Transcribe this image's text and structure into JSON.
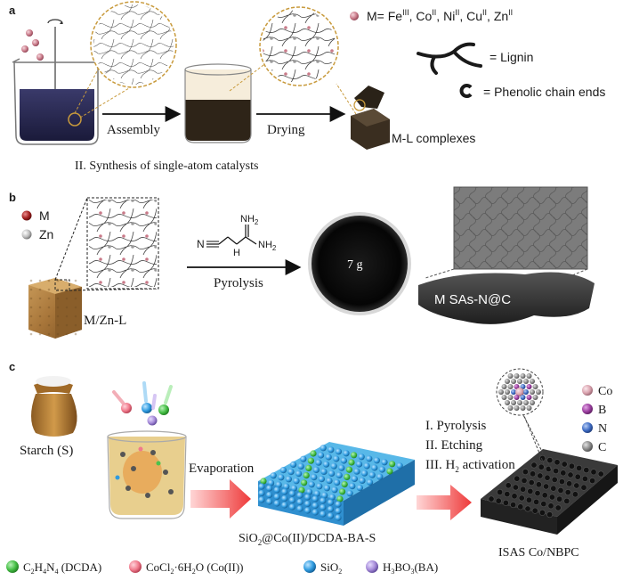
{
  "panel_a": {
    "label": "a",
    "metals_prefix": "M= Fe",
    "metal_1_sup": "III",
    "metal_2": "Co",
    "metal_2_sup": "II",
    "metal_3": "Ni",
    "metal_3_sup": "II",
    "metal_4": "Cu",
    "metal_4_sup": "II",
    "metal_5": "Zn",
    "metal_5_sup": "II",
    "legend_lignin": "= Lignin",
    "legend_phenolic": "= Phenolic chain ends",
    "step_assembly": "Assembly",
    "step_drying": "Drying",
    "product": "M-L complexes"
  },
  "section_title": "II. Synthesis of single-atom catalysts",
  "panel_b": {
    "label": "b",
    "legend_m": "M",
    "legend_zn": "Zn",
    "precursor": "M/Zn-L",
    "nh2_top": "NH",
    "nh2_top_sub": "2",
    "nh2_right": "NH",
    "nh2_right_sub": "2",
    "n_letter": "N",
    "h_letter": "H",
    "step_pyrolysis": "Pyrolysis",
    "dish_label": "7 g",
    "product": "M SAs-N@C"
  },
  "panel_c": {
    "label": "c",
    "starch_label": "Starch (S)",
    "step_evaporation": "Evaporation",
    "intermediate_pre": "SiO",
    "intermediate_sub": "2",
    "intermediate_post": "@Co(II)/DCDA-BA-S",
    "step_1": "I. Pyrolysis",
    "step_2": "II. Etching",
    "step_3_pre": "III. H",
    "step_3_sub": "2",
    "step_3_post": " activation",
    "product": "ISAS Co/NBPC",
    "atom_legend": [
      {
        "label": "Co",
        "color": "#d9a2ae"
      },
      {
        "label": "B",
        "color": "#9c3fa0"
      },
      {
        "label": "N",
        "color": "#3e6cc4"
      },
      {
        "label": "C",
        "color": "#8a8a8a"
      }
    ],
    "bottom_legend": {
      "dcda_pre": "C",
      "dcda_s1": "2",
      "dcda_h": "H",
      "dcda_s2": "4",
      "dcda_n": "N",
      "dcda_s3": "4",
      "dcda_post": " (DCDA)",
      "cocl_pre": "CoCl",
      "cocl_s1": "2",
      "cocl_mid": "·6H",
      "cocl_s2": "2",
      "cocl_post": "O (Co(II))",
      "sio_pre": "SiO",
      "sio_s": "2",
      "ba_pre": "H",
      "ba_s1": "3",
      "ba_mid": "BO",
      "ba_s2": "3",
      "ba_post": "(BA)",
      "colors": {
        "dcda": "#4cc24c",
        "cocl": "#f07a8c",
        "sio2": "#2f9be0",
        "ba": "#a58ad8"
      }
    }
  }
}
